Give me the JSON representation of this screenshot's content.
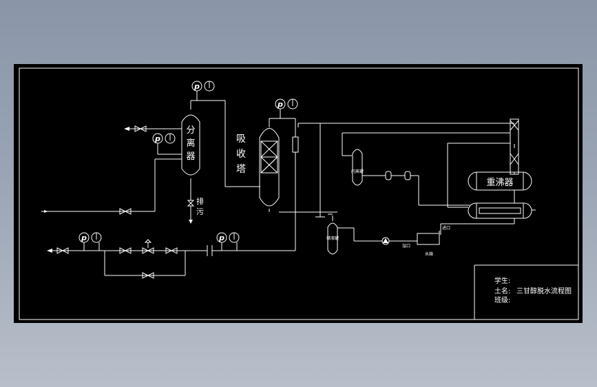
{
  "colors": {
    "line": "#ffffff",
    "background": "#000000"
  },
  "labels": {
    "separator": [
      "分",
      "离",
      "器"
    ],
    "absorber": [
      "吸",
      "收",
      "塔"
    ],
    "reboiler": "重沸器",
    "drain": [
      "排",
      "污"
    ],
    "water_tank": "水箱",
    "tank_outlet": "溢口",
    "tank_inlet": "进口",
    "small_v1": "闪蒸罐",
    "small_v2": "储液罐",
    "pressure_symbol": "p"
  },
  "title_block": {
    "student_label": "学生:",
    "subject_label": "土名:",
    "subject_value": "三甘醇脱水流程图",
    "class_label": "班级:"
  }
}
